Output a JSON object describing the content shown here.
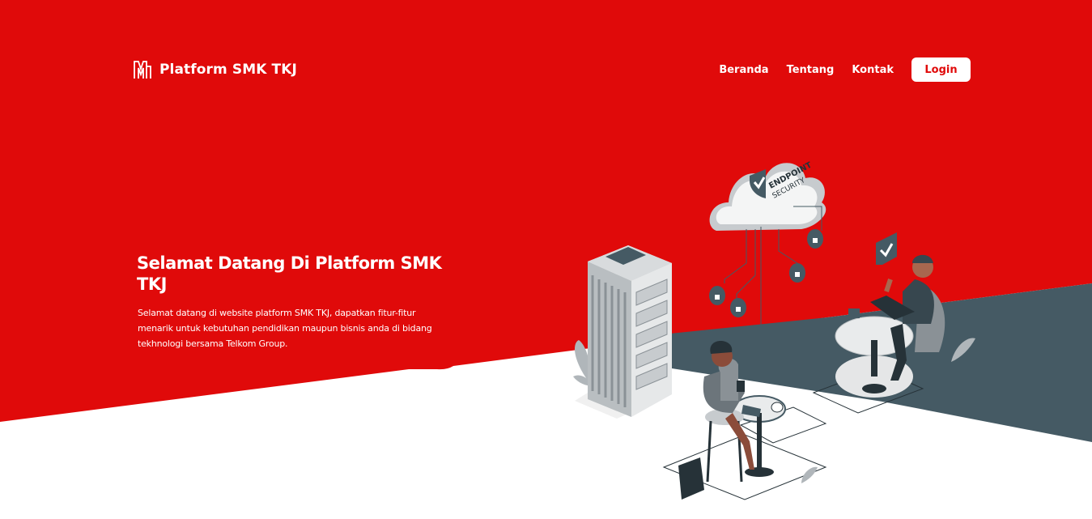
{
  "brand": {
    "name": "Platform SMK TKJ",
    "logo_icon": "double-m-logo-icon"
  },
  "nav": {
    "links": [
      "Beranda",
      "Tentang",
      "Kontak"
    ],
    "login_label": "Login"
  },
  "hero": {
    "title": "Selamat Datang Di Platform SMK TKJ",
    "description": "Selamat datang di website platform SMK TKJ, dapatkan fitur-fitur menarik untuk kebutuhan pendidikan maupun bisnis anda di bidang tekhnologi bersama Telkom Group."
  },
  "illustration": {
    "cloud_label_line1": "ENDPOINT",
    "cloud_label_line2": "SECURITY"
  },
  "colors": {
    "primary_red": "#e00a0a",
    "dark_slate": "#455a64",
    "white": "#ffffff"
  }
}
